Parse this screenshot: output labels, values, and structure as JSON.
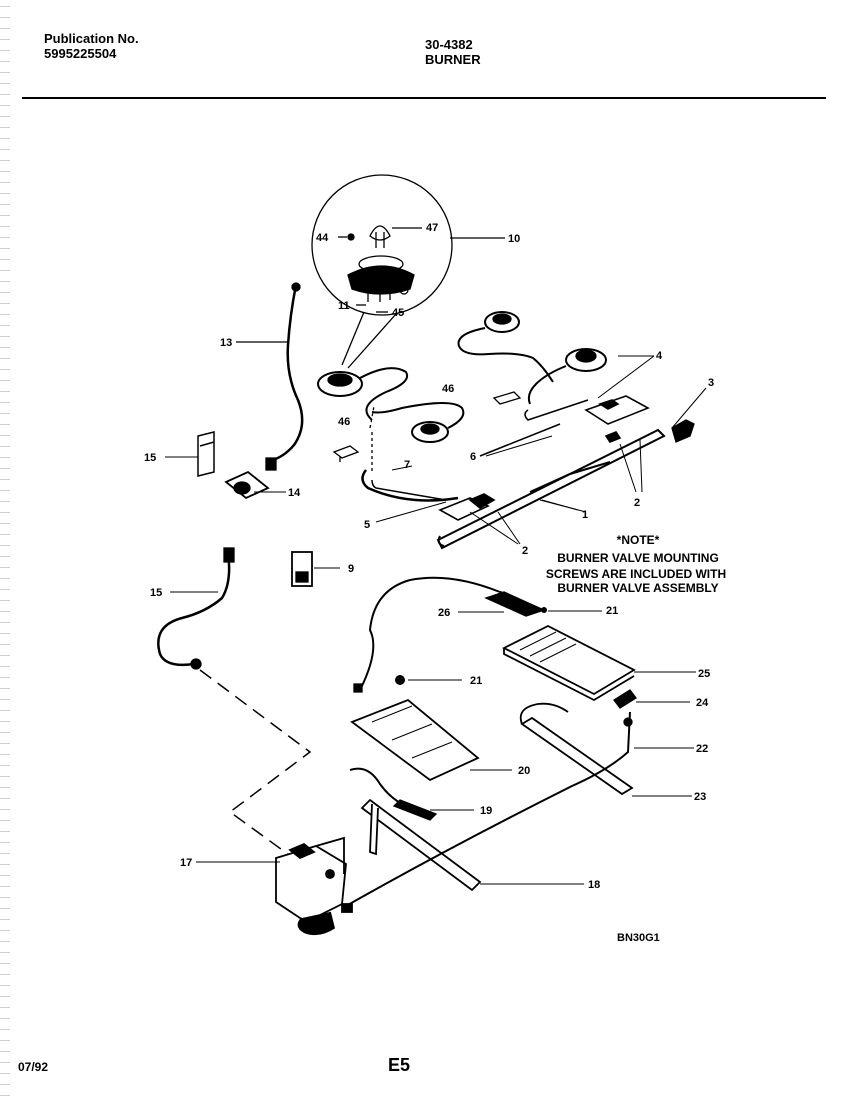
{
  "header": {
    "publication_label": "Publication No.",
    "publication_number": "5995225504",
    "model": "30-4382",
    "section": "BURNER"
  },
  "callouts": {
    "c44": "44",
    "c47": "47",
    "c10": "10",
    "c11": "11",
    "c45": "45",
    "c13": "13",
    "c46a": "46",
    "c46b": "46",
    "c4": "4",
    "c3": "3",
    "c6": "6",
    "c15a": "15",
    "c14": "14",
    "c7": "7",
    "c1": "1",
    "c2a": "2",
    "c5": "5",
    "c2b": "2",
    "c9": "9",
    "c15b": "15",
    "c26": "26",
    "c21a": "21",
    "c21b": "21",
    "c25": "25",
    "c24": "24",
    "c22": "22",
    "c20": "20",
    "c23": "23",
    "c19": "19",
    "c17": "17",
    "c18": "18"
  },
  "note": {
    "heading": "*NOTE*",
    "line1": "BURNER VALVE MOUNTING",
    "line2": "SCREWS ARE INCLUDED WITH",
    "line3": "BURNER VALVE ASSEMBLY"
  },
  "drawing_code": "BN30G1",
  "footer": {
    "date": "07/92",
    "page": "E5"
  }
}
